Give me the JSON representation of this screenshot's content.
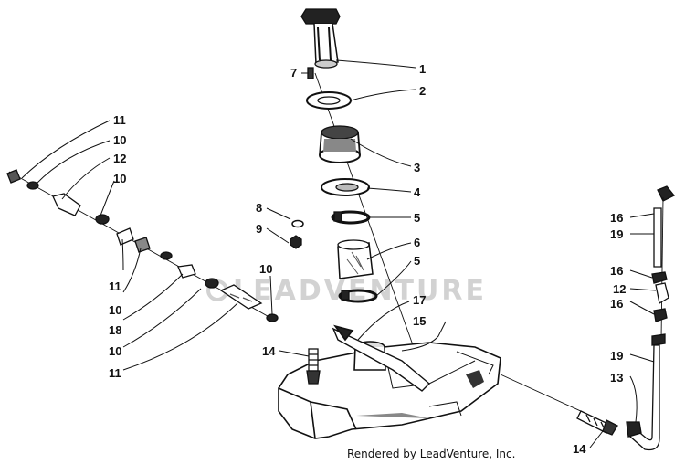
{
  "diagram": {
    "watermark": "LEADVENTURE",
    "footer": "Rendered by LeadVenture, Inc.",
    "callouts": [
      "1",
      "2",
      "3",
      "4",
      "5",
      "5",
      "6",
      "7",
      "8",
      "9",
      "10",
      "10",
      "10",
      "10",
      "10",
      "11",
      "11",
      "11",
      "12",
      "12",
      "13",
      "14",
      "14",
      "15",
      "16",
      "16",
      "16",
      "17",
      "18",
      "19",
      "19"
    ]
  },
  "colors": {
    "ink": "#111111",
    "watermark": "#d2d2d2",
    "background": "#ffffff"
  }
}
